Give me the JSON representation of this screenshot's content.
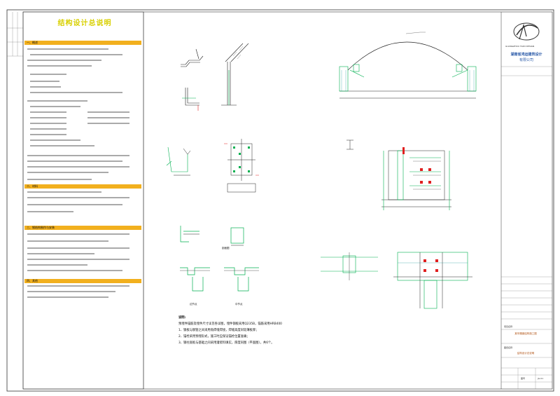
{
  "notes": {
    "title": "结构设计总说明",
    "sections": [
      {
        "heading": "一、概述"
      },
      {
        "heading": "二、材料"
      },
      {
        "heading": "三、钢结构制作与安装"
      },
      {
        "heading": "四、其他"
      }
    ]
  },
  "drawings": {
    "remark_title": "说明:",
    "remark_lines": [
      "预埋件锚筋及埋件尺寸详见各详图，埋件钢板采用Q235B，锚筋采用HRB400",
      "1、钢板与钢管之间采用角焊缝焊接，焊缝高度同较薄板厚；",
      "2、锚栓采用预埋形式，施工时应保证锚栓位置准确；",
      "3、钢柱底板与基础之间采用灌浆料填实，厚度同图（平面图），共6个。"
    ],
    "label_left_bracket": "边节点",
    "label_mid_bracket": "中节点",
    "label_section": "剖面图"
  },
  "title_block": {
    "company_en": "GUANGZHOU TAIDI DESIGN",
    "company_cn_1": "湖南省鸿运建筑设计",
    "company_cn_2": "有限公司",
    "project_label": "项目名称",
    "project_name": "某车棚钢结构施工图",
    "drawing_label": "图纸名称",
    "drawing_name": "结构设计总说明",
    "sheet_label": "图号",
    "sheet_no": "JG-01"
  },
  "colors": {
    "line": "#333333",
    "green": "#00b050",
    "red": "#e02020",
    "cyan": "#008b8b",
    "orange": "#f2b01e",
    "yellow": "#d8d000"
  }
}
